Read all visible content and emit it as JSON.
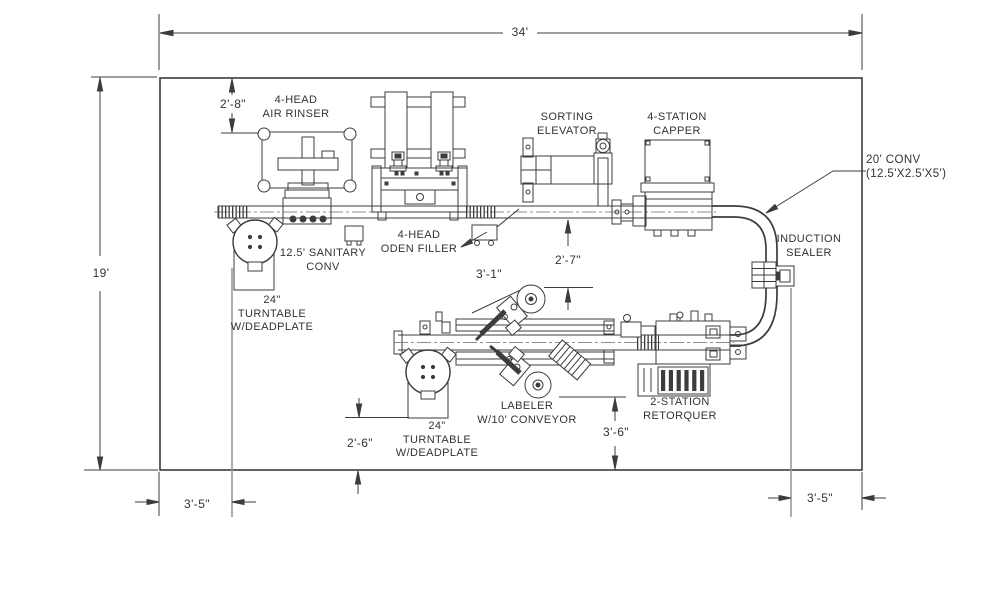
{
  "diagram": {
    "labels": {
      "air_rinser": {
        "l1": "4-HEAD",
        "l2": "AIR RINSER"
      },
      "oden_filler": {
        "l1": "4-HEAD",
        "l2": "ODEN FILLER"
      },
      "sorting_elevator": {
        "l1": "SORTING",
        "l2": "ELEVATOR"
      },
      "capper": {
        "l1": "4-STATION",
        "l2": "CAPPER"
      },
      "conv20": {
        "l1": "20' CONV",
        "l2": "(12.5'X2.5'X5')"
      },
      "induction_sealer": {
        "l1": "INDUCTION",
        "l2": "SEALER"
      },
      "sanitary_conv": {
        "l1": "12.5' SANITARY",
        "l2": "CONV"
      },
      "turntable_left": {
        "l1": "24\"",
        "l2": "TURNTABLE",
        "l3": "W/DEADPLATE"
      },
      "turntable_bottom": {
        "l1": "24\"",
        "l2": "TURNTABLE",
        "l3": "W/DEADPLATE"
      },
      "labeler": {
        "l1": "LABELER",
        "l2": "W/10' CONVEYOR"
      },
      "retorquer": {
        "l1": "2-STATION",
        "l2": "RETORQUER"
      }
    },
    "dimensions": {
      "overall_width": "34'",
      "overall_depth": "19'",
      "rinser_offset": "2'-8\"",
      "conv_gap": "2'-7\"",
      "labeler_offset": "3'-1\"",
      "turntable_clearance": "2'-6\"",
      "retorquer_clearance": "3'-6\"",
      "left_clearance": "3'-5\"",
      "right_clearance": "3'-5\""
    },
    "line_color": "#3c3c3c"
  }
}
